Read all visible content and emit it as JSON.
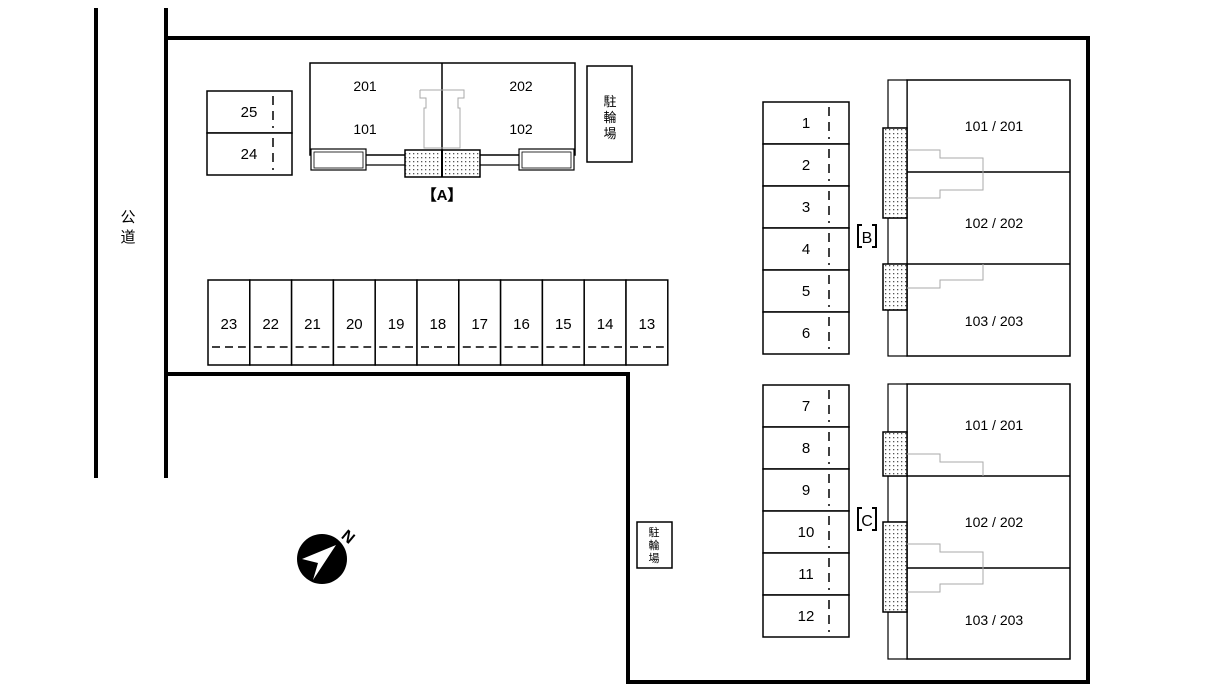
{
  "road_label": "公道",
  "bicycle_parking_label": "駐輪場",
  "north_label": "N",
  "building_a": {
    "label": "【A】",
    "units": [
      {
        "upper": "201",
        "lower": "101"
      },
      {
        "upper": "202",
        "lower": "102"
      }
    ]
  },
  "building_b": {
    "label": "B",
    "units": [
      "101 / 201",
      "102 / 202",
      "103 / 203"
    ]
  },
  "building_c": {
    "label": "C",
    "units": [
      "101 / 201",
      "102 / 202",
      "103 / 203"
    ]
  },
  "parking": {
    "left_pair": [
      "25",
      "24"
    ],
    "bottom_row": [
      "23",
      "22",
      "21",
      "20",
      "19",
      "18",
      "17",
      "16",
      "15",
      "14",
      "13"
    ],
    "column_b": [
      "1",
      "2",
      "3",
      "4",
      "5",
      "6"
    ],
    "column_c": [
      "7",
      "8",
      "9",
      "10",
      "11",
      "12"
    ]
  }
}
